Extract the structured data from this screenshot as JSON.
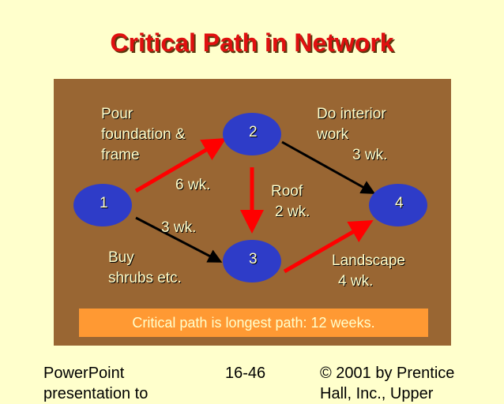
{
  "slide": {
    "title": "Critical Path in Network",
    "banner": "Critical path is longest path: 12 weeks."
  },
  "nodes": [
    {
      "id": "1",
      "label": "1"
    },
    {
      "id": "2",
      "label": "2"
    },
    {
      "id": "3",
      "label": "3"
    },
    {
      "id": "4",
      "label": "4"
    }
  ],
  "activities": {
    "pour": {
      "line1": "Pour",
      "line2": "foundation &",
      "line3": "frame",
      "duration": "6 wk."
    },
    "buy": {
      "line1": "Buy",
      "line2": "shrubs etc.",
      "duration": "3 wk."
    },
    "roof": {
      "line1": "Roof",
      "duration": "2 wk."
    },
    "interior": {
      "line1": "Do interior",
      "line2": "work",
      "duration": "3 wk."
    },
    "landscape": {
      "line1": "Landscape",
      "duration": "4 wk."
    }
  },
  "edges": [
    {
      "from": "1",
      "to": "2",
      "critical": true
    },
    {
      "from": "1",
      "to": "3",
      "critical": false
    },
    {
      "from": "2",
      "to": "3",
      "critical": true
    },
    {
      "from": "2",
      "to": "4",
      "critical": false
    },
    {
      "from": "3",
      "to": "4",
      "critical": true
    }
  ],
  "footer": {
    "left_line1": "PowerPoint",
    "left_line2": "presentation to",
    "center": "16-46",
    "right_line1": "© 2001 by Prentice",
    "right_line2": "Hall, Inc., Upper"
  },
  "colors": {
    "background": "#FFFFCC",
    "panel": "#996633",
    "node": "#2E3CC8",
    "critical_edge": "#FF0000",
    "normal_edge": "#000000",
    "banner": "#FF9933",
    "title": "#E01010"
  }
}
